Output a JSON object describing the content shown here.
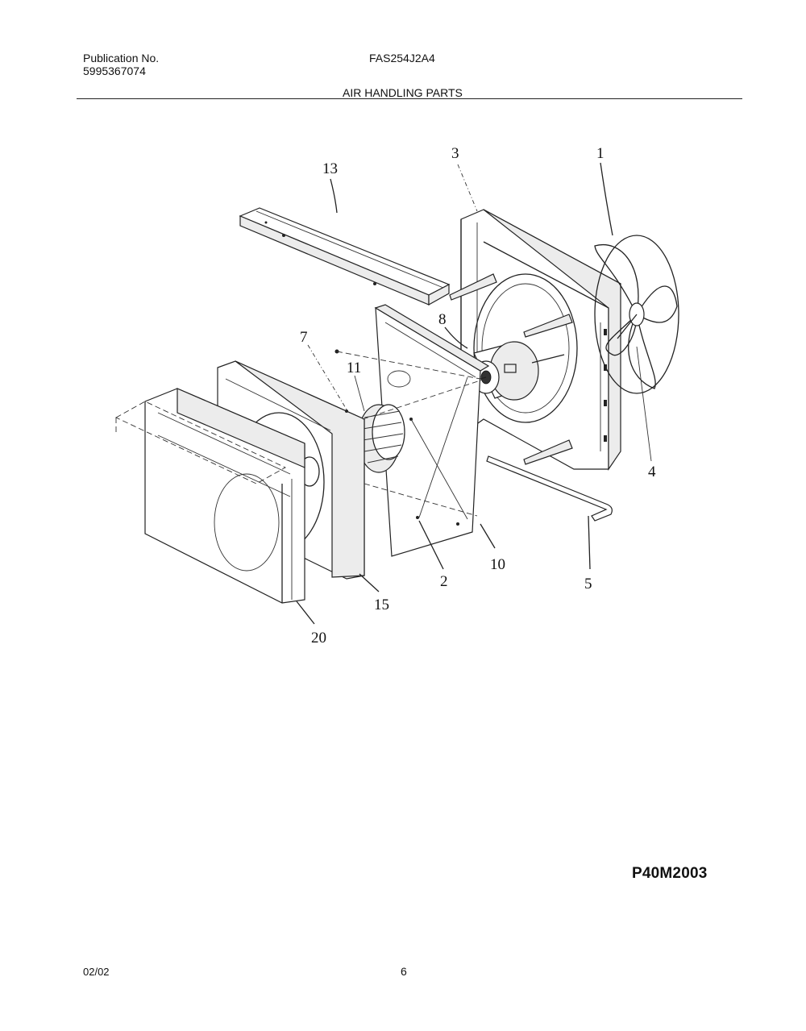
{
  "header": {
    "publication_label": "Publication No.",
    "publication_number": "5995367074",
    "model": "FAS254J2A4",
    "section_title": "AIR HANDLING PARTS"
  },
  "callouts": [
    "1",
    "2",
    "3",
    "4",
    "5",
    "7",
    "8",
    "10",
    "11",
    "13",
    "15",
    "20"
  ],
  "drawing_code": "P40M2003",
  "footer": {
    "date": "02/02",
    "page": "6"
  }
}
